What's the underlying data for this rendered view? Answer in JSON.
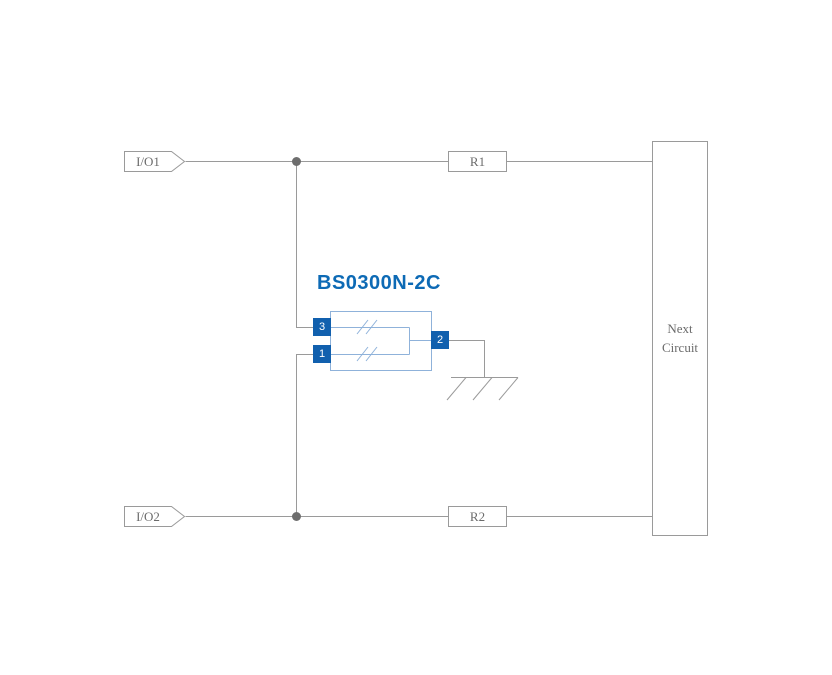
{
  "diagram": {
    "inputs": [
      {
        "label": "I/O1"
      },
      {
        "label": "I/O2"
      }
    ],
    "resistors": [
      {
        "label": "R1"
      },
      {
        "label": "R2"
      }
    ],
    "next_circuit_label": "Next Circuit",
    "component": {
      "name": "BS0300N-2C",
      "pins": [
        {
          "number": "3"
        },
        {
          "number": "1"
        },
        {
          "number": "2"
        }
      ]
    },
    "icons": {
      "ground": "chassis-ground-icon",
      "junction": "junction-dot"
    },
    "colors": {
      "wire": "#9a9a9a",
      "label_text": "#6b6b6b",
      "title_blue": "#0d6ab5",
      "pin_blue": "#1160ae",
      "component_outline_blue": "#8fb2da",
      "junction_dot": "#6e6e6e"
    }
  }
}
